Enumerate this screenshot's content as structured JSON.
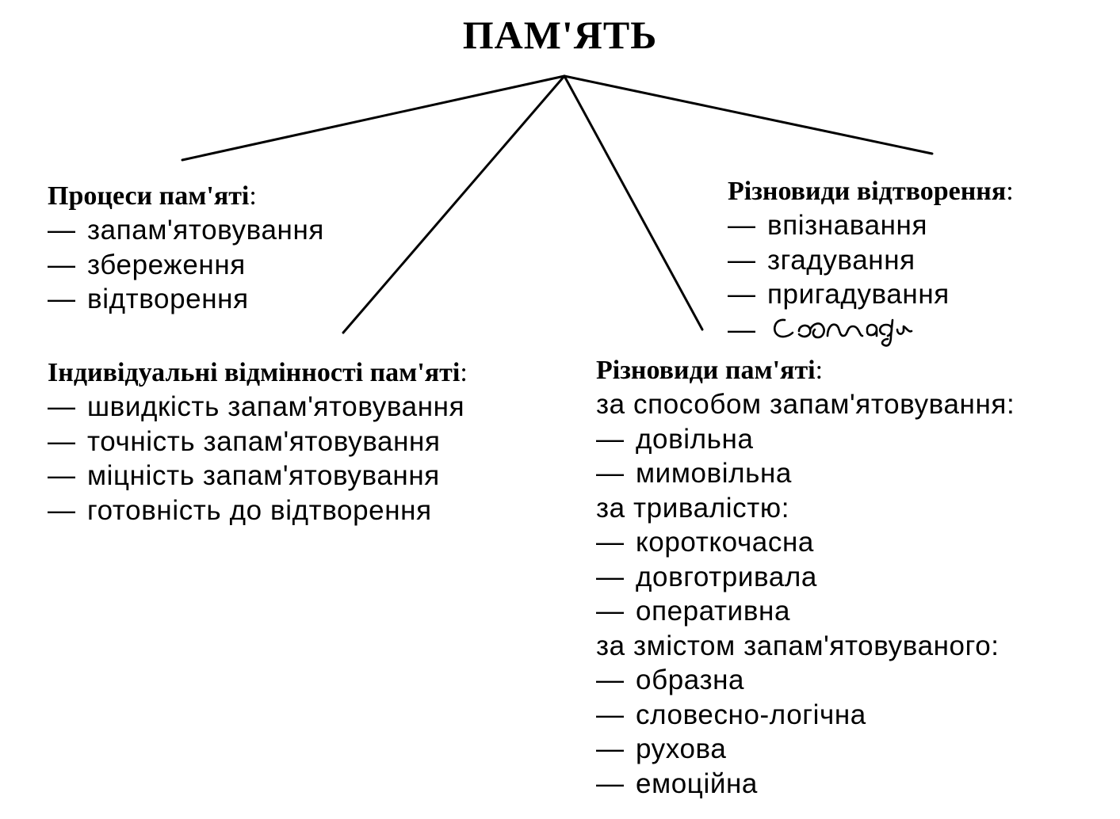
{
  "title": "ПАМ'ЯТЬ",
  "processes": {
    "heading": "Процеси пам'яті",
    "items": [
      "запам'ятовування",
      "збереження",
      "відтворення"
    ]
  },
  "individual": {
    "heading": "Індивідуальні відмінності пам'яті",
    "items": [
      "швидкість запам'ятовування",
      "точність запам'ятовування",
      "міцність запам'ятовування",
      "готовність до відтворення"
    ]
  },
  "reproduction": {
    "heading": "Різновиди відтворення",
    "items": [
      "впізнавання",
      "згадування",
      "пригадування"
    ],
    "handwritten_item": "спогади"
  },
  "types": {
    "heading": "Різновиди пам'яті",
    "groups": [
      {
        "label": "за способом запам'ятовування:",
        "items": [
          "довільна",
          "мимовільна"
        ]
      },
      {
        "label": "за тривалістю:",
        "items": [
          "короткочасна",
          "довготривала",
          "оперативна"
        ]
      },
      {
        "label": "за змістом запам'ятовуваного:",
        "items": [
          "образна",
          "словесно-логічна",
          "рухова",
          "емоційна"
        ]
      }
    ]
  },
  "symbols": {
    "dash": "—",
    "colon": ":"
  }
}
